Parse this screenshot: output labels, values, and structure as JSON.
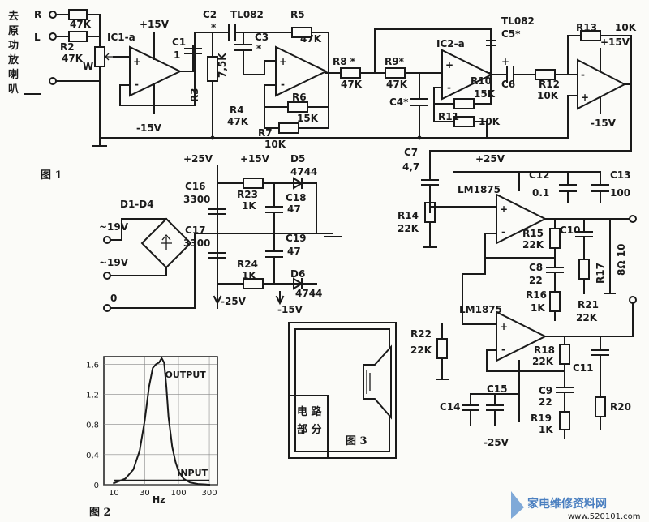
{
  "fig1": {
    "input_note_chars": [
      "去",
      "原",
      "功",
      "放",
      "喇",
      "叭"
    ],
    "inputs": {
      "r": "R",
      "l": "L"
    },
    "r1": "47K",
    "r2_name": "R2",
    "r2": "47K",
    "pot": "W",
    "ic1a": "IC1-a",
    "ic1a_vplus": "+15V",
    "ic1a_vminus": "-15V",
    "plus": "+",
    "minus": "-",
    "star": "*",
    "c1": "C1",
    "c1_value": "1",
    "c2": "C2",
    "tl082": "TL082",
    "r3": "R3",
    "r3_value": "7,5K",
    "c3": "C3",
    "r5": "R5",
    "r5_value": "47K",
    "r6": "R6",
    "r6_value": "15K",
    "r4": "R4",
    "r4_value": "47K",
    "r7": "R7",
    "r7_value": "10K",
    "r8": "R8 *",
    "r8_value": "47K",
    "r9": "R9*",
    "r9_value": "47K",
    "c5": "C5*",
    "c4": "C4*",
    "ic2a": "IC2-a",
    "r10": "R10",
    "r10_value": "15K",
    "r11": "R11",
    "r11_value": "10K",
    "c6": "C6",
    "r12": "R12",
    "r12_value": "10K",
    "r13": "R13",
    "r13_value": "10K",
    "ic3_vplus": "+15V",
    "ic3_vminus": "-15V",
    "caption": "图 1"
  },
  "psu": {
    "bridge": "D1-D4",
    "ac1": "~19V",
    "ac2": "~19V",
    "ac0": "0",
    "plus25": "+25V",
    "plus15": "+15V",
    "d5": "D5",
    "d5_value": "4744",
    "c16": "C16",
    "c16_value": "3300",
    "r23": "R23",
    "r23_value": "1K",
    "c18": "C18",
    "c18_value": "47",
    "c17": "C17",
    "c17_value": "3300",
    "r24": "R24",
    "r24_value": "1K",
    "c19": "C19",
    "c19_value": "47",
    "d6": "D6",
    "d6_value": "4744",
    "minus25": "-25V",
    "minus15": "-15V"
  },
  "amp": {
    "c7": "C7",
    "c7_value": "4,7",
    "r14": "R14",
    "r14_value": "22K",
    "vplus": "+25V",
    "c12": "C12",
    "c12_value": "0.1",
    "c13": "C13",
    "c13_value": "100",
    "lm1875": "LM1875",
    "r15": "R15",
    "r15_value": "22K",
    "c8": "C8",
    "c8_value": "22",
    "r16": "R16",
    "r16_value": "1K",
    "c10": "C10",
    "r17": "R17",
    "r21": "R21",
    "r21_value": "22K",
    "load": "8Ω 10",
    "r22": "R22",
    "r22_value": "22K",
    "r18": "R18",
    "r18_value": "22K",
    "c11": "C11",
    "r20": "R20",
    "c9": "C9",
    "c9_value": "22",
    "r19": "R19",
    "r19_value": "1K",
    "c14": "C14",
    "c15": "C15",
    "vminus": "-25V"
  },
  "chart_data": {
    "type": "line",
    "caption": "图 2",
    "title": "",
    "xlabel": "Hz",
    "ylabel": "",
    "x_scale": "log",
    "xlim": [
      7,
      400
    ],
    "ylim": [
      0,
      1.7
    ],
    "x_ticks": [
      10,
      30,
      100,
      300
    ],
    "x_tick_labels": [
      "10",
      "30",
      "100",
      "300"
    ],
    "y_ticks": [
      0,
      0.4,
      0.8,
      1.2,
      1.6
    ],
    "y_tick_labels": [
      "0",
      "0,4",
      "0,8",
      "1,2",
      "1,6"
    ],
    "grid": true,
    "series": [
      {
        "name": "OUTPUT",
        "x": [
          10,
          15,
          20,
          25,
          30,
          35,
          40,
          45,
          50,
          55,
          60,
          65,
          70,
          80,
          90,
          100,
          120,
          150,
          200,
          300
        ],
        "y": [
          0.02,
          0.08,
          0.2,
          0.45,
          0.85,
          1.3,
          1.55,
          1.6,
          1.62,
          1.68,
          1.62,
          1.3,
          0.9,
          0.5,
          0.3,
          0.18,
          0.08,
          0.03,
          0.01,
          0.0
        ]
      },
      {
        "name": "INPUT",
        "x": [
          10,
          300
        ],
        "y": [
          0.06,
          0.06
        ]
      }
    ]
  },
  "fig3": {
    "label_line1": "电 路",
    "label_line2": "部 分",
    "caption": "图 3"
  },
  "watermark": {
    "title": "家电维修资料网",
    "url": "www.520101.com"
  }
}
